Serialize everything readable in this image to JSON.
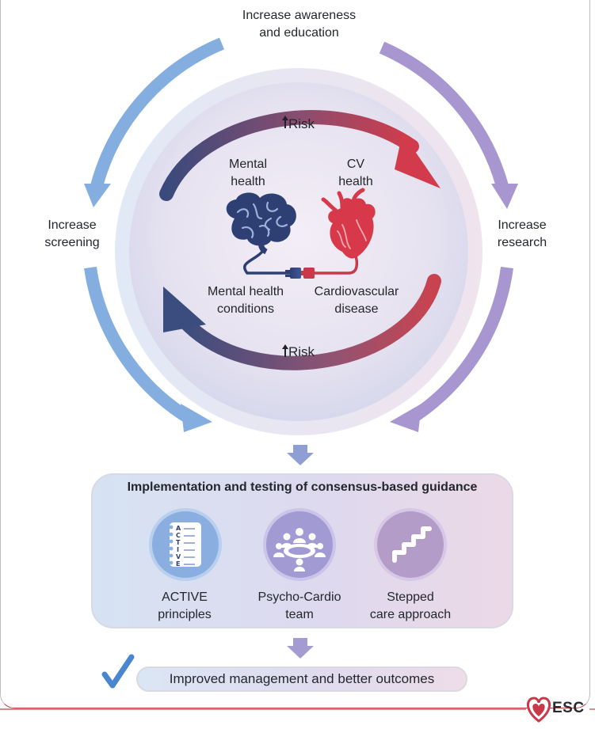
{
  "cycle": {
    "top_label": "Increase awareness\nand education",
    "left_label": "Increase\nscreening",
    "right_label": "Increase\nresearch"
  },
  "center": {
    "risk_top": "Risk",
    "risk_bottom": "Risk",
    "mental_health": "Mental\nhealth",
    "cv_health": "CV\nhealth",
    "mental_conditions": "Mental health\nconditions",
    "cv_disease": "Cardiovascular\ndisease"
  },
  "guidance": {
    "title": "Implementation and testing of consensus-based guidance",
    "items": [
      {
        "label": "ACTIVE\nprinciples",
        "icon": "checklist-icon"
      },
      {
        "label": "Psycho-Cardio\nteam",
        "icon": "team-meeting-icon"
      },
      {
        "label": "Stepped\ncare approach",
        "icon": "stairs-icon"
      }
    ],
    "active_letters": [
      "A",
      "C",
      "T",
      "I",
      "V",
      "E"
    ]
  },
  "outcome": {
    "label": "Improved management and better outcomes"
  },
  "logo": {
    "text": "ESC"
  },
  "colors": {
    "blue_arrow": "#7fa9d9",
    "purple_arrow": "#a596cc",
    "red_accent": "#c8394a",
    "navy": "#2e3f73"
  }
}
